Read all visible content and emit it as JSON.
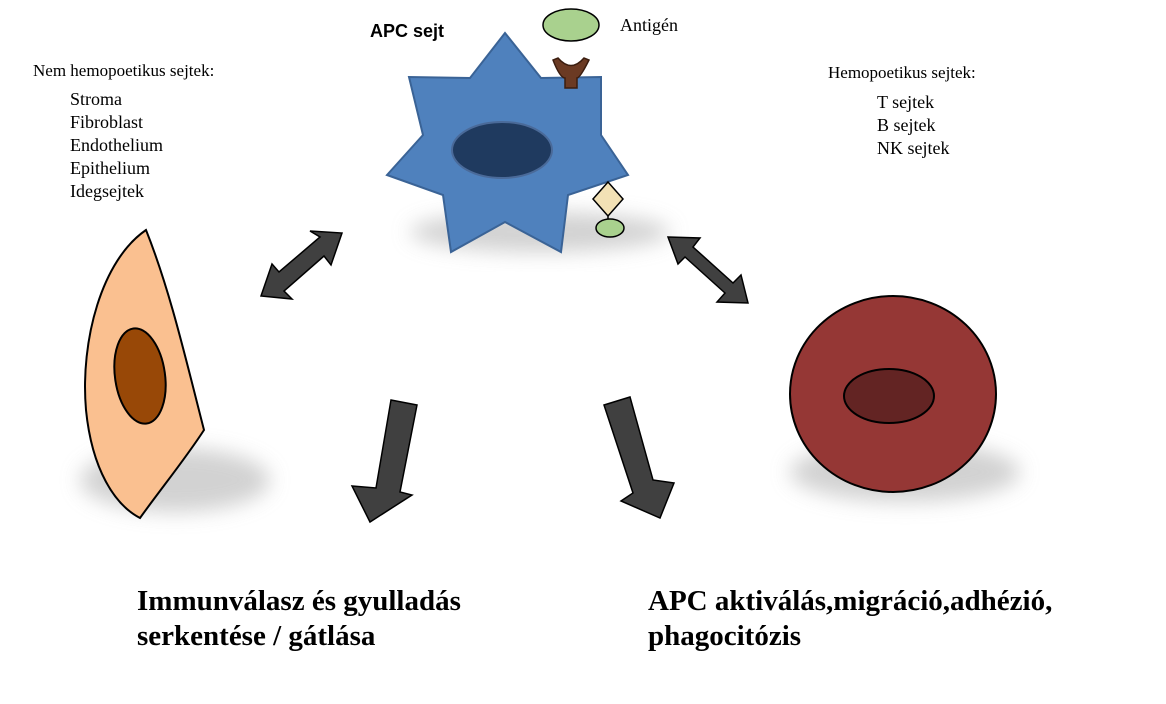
{
  "apc": {
    "title": "APC sejt",
    "antigen_label": "Antigén",
    "body_color": "#4f81bd",
    "nucleus_color": "#1f3a5f"
  },
  "non_hemopoietic": {
    "title": "Nem hemopoetikus sejtek:",
    "items": [
      "Stroma",
      "Fibroblast",
      "Endothelium",
      "Epithelium",
      "Idegsejtek"
    ],
    "cell_color": "#fac090",
    "nucleus_color": "#984807"
  },
  "hemopoietic": {
    "title": "Hemopoetikus sejtek:",
    "items": [
      "T sejtek",
      "B sejtek",
      "NK sejtek"
    ],
    "cell_color": "#953735",
    "nucleus_color": "#632423"
  },
  "outcomes": {
    "left": [
      "Immunválasz és gyulladás",
      "serkentése / gátlása"
    ],
    "right": [
      "APC aktiválás,migráció,adhézió,",
      "phagocitózis"
    ]
  },
  "arrow_color": "#404040",
  "antigen_color": "#a9d18e"
}
